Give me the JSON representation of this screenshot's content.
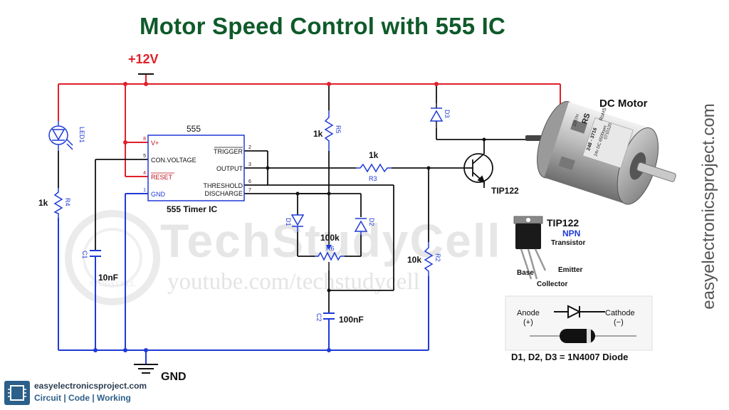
{
  "header": {
    "title": "Motor Speed Control with 555 IC"
  },
  "side_url": "easyelectronicsproject.com",
  "watermark": {
    "logo_text": "TechStudyCell",
    "url": "youtube.com/techstudycell",
    "seal_text": "STUDYCELL"
  },
  "power": {
    "vcc": "+12V",
    "gnd": "GND"
  },
  "ic": {
    "part": "555",
    "caption": "555 Timer IC",
    "pins": [
      {
        "num": "8",
        "name": "V+"
      },
      {
        "num": "5",
        "name": "CON.VOLTAGE"
      },
      {
        "num": "4",
        "name": "RESET"
      },
      {
        "num": "1",
        "name": "GND"
      },
      {
        "num": "2",
        "name": "TRIGGER"
      },
      {
        "num": "3",
        "name": "OUTPUT"
      },
      {
        "num": "6",
        "name": "THRESHOLD"
      },
      {
        "num": "7",
        "name": "DISCHARGE"
      }
    ]
  },
  "components": {
    "led": "LED1",
    "r4": {
      "value": "1k",
      "ref": "R4"
    },
    "r5": {
      "value": "1k",
      "ref": "R5"
    },
    "r3": {
      "value": "1k",
      "ref": "R3"
    },
    "r6": {
      "value": "100k",
      "ref": "R6"
    },
    "r2": {
      "value": "10k",
      "ref": "R2"
    },
    "c1": {
      "value": "10nF",
      "ref": "C1"
    },
    "c2": {
      "value": "100nF",
      "ref": "C2"
    },
    "d1": "D1",
    "d2": "D2",
    "d3": "D3",
    "transistor": "TIP122",
    "motor": "DC Motor",
    "motor_label": [
      "RS",
      "RoHS",
      "248 - 3716",
      "24v DC 6500rpm",
      "2267H",
      "0710120"
    ]
  },
  "tip122_card": {
    "title": "TIP122",
    "type": "NPN",
    "subtitle": "Transistor",
    "base": "Base",
    "collector": "Collector",
    "emitter": "Emitter"
  },
  "diode_card": {
    "anode": "Anode",
    "anode_sign": "(+)",
    "cathode": "Cathode",
    "cathode_sign": "(−)",
    "caption": "D1, D2, D3 = 1N4007 Diode"
  },
  "brand": {
    "name": "easyelectronicsproject.com",
    "tagline": "Circuit | Code | Working"
  },
  "colors": {
    "title": "#0f5a2a",
    "vcc_wire": "#e0202a",
    "gnd_wire": "#1f3ad6",
    "signal_wire": "#111111",
    "component": "#1f3ad6",
    "brand": "#2c5f8a"
  }
}
